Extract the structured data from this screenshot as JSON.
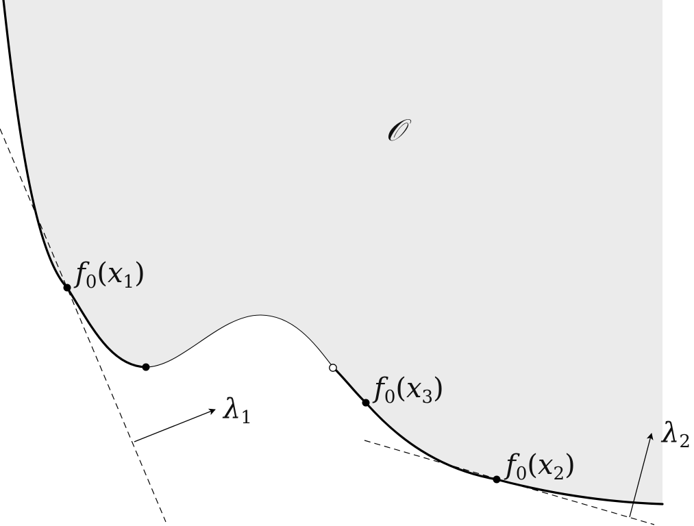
{
  "colors": {
    "region_fill": "#ebebeb",
    "stroke": "#000000",
    "text": "#111111",
    "background": "#ffffff"
  },
  "region": {
    "label": "𝒪"
  },
  "labels": {
    "f0_x1": {
      "func": "f",
      "func_sub": "0",
      "open": "(",
      "var": "x",
      "var_sub": "1",
      "close": ")"
    },
    "f0_x3": {
      "func": "f",
      "func_sub": "0",
      "open": "(",
      "var": "x",
      "var_sub": "3",
      "close": ")"
    },
    "f0_x2": {
      "func": "f",
      "func_sub": "0",
      "open": "(",
      "var": "x",
      "var_sub": "2",
      "close": ")"
    },
    "lambda1": {
      "sym": "λ",
      "sub": "1"
    },
    "lambda2": {
      "sym": "λ",
      "sub": "2"
    }
  }
}
